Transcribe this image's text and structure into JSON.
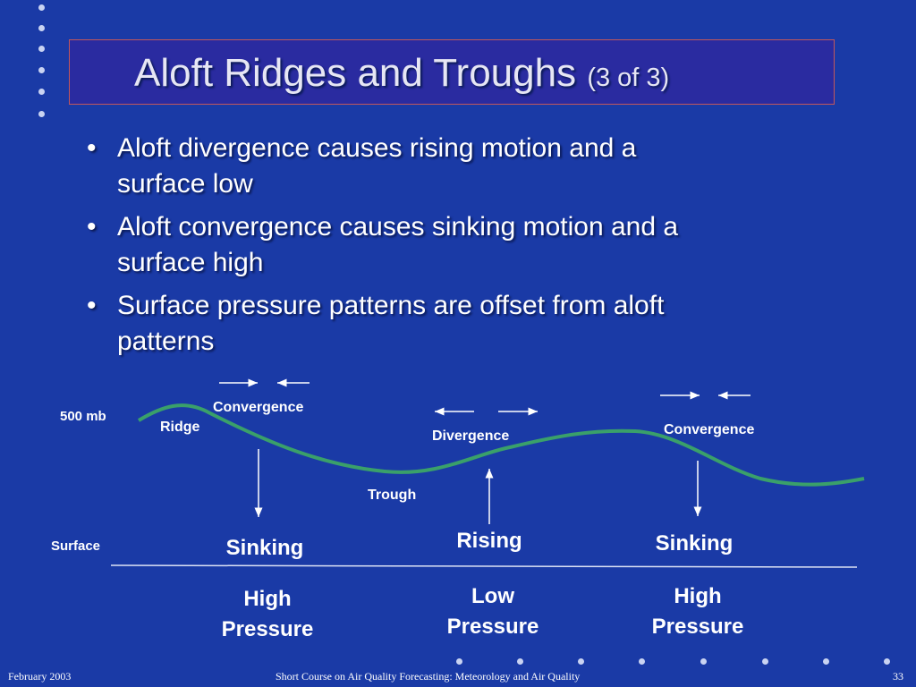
{
  "title": {
    "main": "Aloft Ridges and Troughs",
    "sub": "(3 of 3)"
  },
  "bullets": [
    {
      "line1": "Aloft divergence causes rising motion and a",
      "line2": "surface low"
    },
    {
      "line1": "Aloft convergence causes sinking motion and a",
      "line2": "surface high"
    },
    {
      "line1": "Surface pressure patterns are offset from aloft",
      "line2": "patterns"
    }
  ],
  "bullet_glyph": "•",
  "diagram": {
    "level_500mb": "500 mb",
    "surface_label": "Surface",
    "ridge": "Ridge",
    "trough": "Trough",
    "convergence_left": "Convergence",
    "divergence": "Divergence",
    "convergence_right": "Convergence",
    "motion_left": "Sinking",
    "motion_center": "Rising",
    "motion_right": "Sinking",
    "pressure_left": [
      "High",
      "Pressure"
    ],
    "pressure_center": [
      "Low",
      "Pressure"
    ],
    "pressure_right": [
      "High",
      "Pressure"
    ],
    "colors": {
      "curve": "#3aa06a",
      "arrows": "#ffffff",
      "surface_line": "#dde3f5"
    }
  },
  "footer": {
    "date": "February 2003",
    "course": "Short Course on Air Quality Forecasting: Meteorology and Air Quality",
    "page": "33"
  }
}
